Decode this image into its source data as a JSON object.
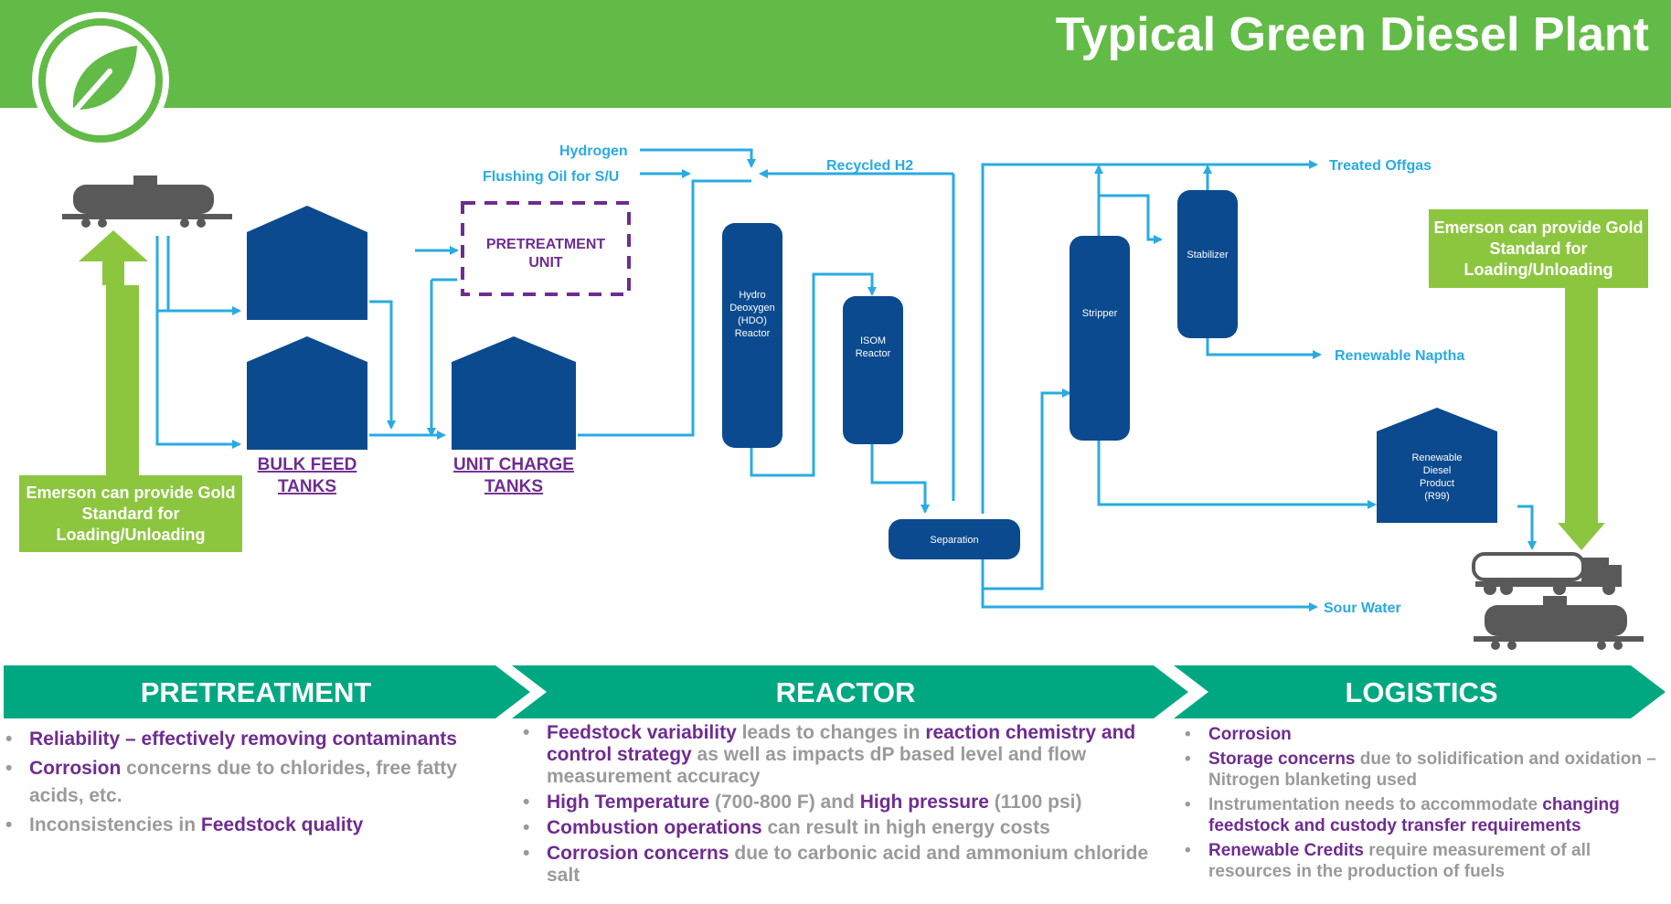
{
  "header": {
    "title": "Typical Green Diesel Plant",
    "logo_icon": "leaf-icon"
  },
  "colors": {
    "brand_green": "#62bb46",
    "callout_green": "#8cc63f",
    "band_teal": "#00a881",
    "flow_blue": "#29abe2",
    "vessel_navy": "#0b4a8f",
    "purple": "#6f2c91"
  },
  "diagram": {
    "inputs": {
      "hydrogen": "Hydrogen",
      "flushing_oil": "Flushing Oil for S/U",
      "recycled_h2": "Recycled H2"
    },
    "units": {
      "pretreatment": [
        "PRETREATMENT",
        "UNIT"
      ],
      "bulk_feed": [
        "BULK FEED",
        "TANKS"
      ],
      "unit_charge": [
        "UNIT CHARGE",
        "TANKS"
      ],
      "hdo": [
        "Hydro",
        "Deoxygen",
        "(HDO)",
        "Reactor"
      ],
      "isom": [
        "ISOM",
        "Reactor"
      ],
      "separation": "Separation",
      "stripper": "Stripper",
      "stabilizer": "Stabilizer",
      "renewable_diesel": [
        "Renewable",
        "Diesel",
        "Product",
        "(R99)"
      ]
    },
    "outputs": {
      "treated_offgas": "Treated Offgas",
      "renewable_naptha": "Renewable Naptha",
      "sour_water": "Sour Water"
    },
    "callout_left": "Emerson can provide Gold Standard for Loading/Unloading",
    "callout_right": "Emerson can provide Gold Standard for Loading/Unloading"
  },
  "sections": {
    "pretreatment": {
      "title": "PRETREATMENT",
      "bullets": [
        [
          {
            "t": "Reliability – effectively removing contaminants",
            "h": true
          }
        ],
        [
          {
            "t": "Corrosion",
            "h": true
          },
          {
            "t": " concerns due to chlorides, free fatty acids, etc.",
            "h": false
          }
        ],
        [
          {
            "t": "Inconsistencies in ",
            "h": false
          },
          {
            "t": "Feedstock quality",
            "h": true
          }
        ]
      ]
    },
    "reactor": {
      "title": "REACTOR",
      "bullets": [
        [
          {
            "t": "Feedstock variability",
            "h": true
          },
          {
            "t": " leads to changes in ",
            "h": false
          },
          {
            "t": "reaction chemistry and control strategy",
            "h": true
          },
          {
            "t": " as well as impacts dP based level and flow measurement accuracy",
            "h": false
          }
        ],
        [
          {
            "t": "High Temperature",
            "h": true
          },
          {
            "t": " (700-800 F) and ",
            "h": false
          },
          {
            "t": "High pressure",
            "h": true
          },
          {
            "t": " (1100 psi)",
            "h": false
          }
        ],
        [
          {
            "t": "Combustion operations",
            "h": true
          },
          {
            "t": " can result in high energy costs",
            "h": false
          }
        ],
        [
          {
            "t": "Corrosion concerns",
            "h": true
          },
          {
            "t": " due to carbonic acid and ammonium chloride salt",
            "h": false
          }
        ]
      ]
    },
    "logistics": {
      "title": "LOGISTICS",
      "bullets": [
        [
          {
            "t": "Corrosion",
            "h": true
          }
        ],
        [
          {
            "t": "Storage concerns",
            "h": true
          },
          {
            "t": " due to solidification and oxidation – Nitrogen blanketing used",
            "h": false
          }
        ],
        [
          {
            "t": "Instrumentation needs to accommodate ",
            "h": false
          },
          {
            "t": "changing feedstock and custody transfer requirements",
            "h": true
          }
        ],
        [
          {
            "t": "Renewable Credits",
            "h": true
          },
          {
            "t": " require measurement of all resources in the production of fuels",
            "h": false
          }
        ]
      ]
    }
  }
}
